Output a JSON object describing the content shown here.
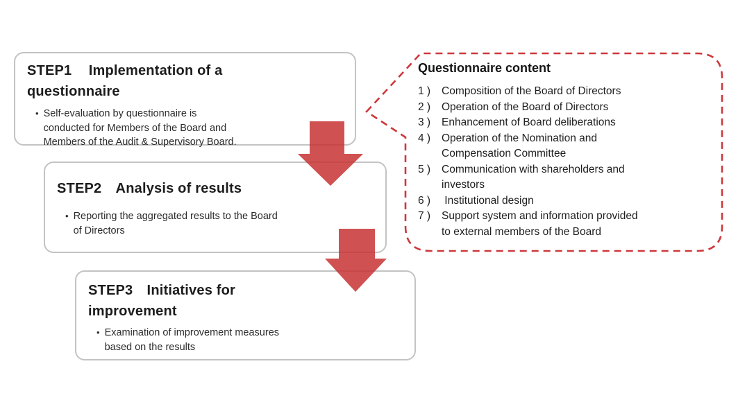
{
  "steps": [
    {
      "heading": "STEP1  Implementation of a\nquestionnaire",
      "bullet": "Self-evaluation by questionnaire is\nconducted for Members of the Board and\nMembers of the Audit & Supervisory Board."
    },
    {
      "heading": "STEP2 Analysis of results",
      "bullet": "Reporting the aggregated results to the Board\nof Directors"
    },
    {
      "heading": "STEP3 Initiatives for\nimprovement",
      "bullet": "Examination of improvement measures\nbased on the results"
    }
  ],
  "glyphs": {
    "bullet": "•"
  },
  "bubble": {
    "title": "Questionnaire content",
    "items": [
      {
        "num": "1 )",
        "text": "Composition of the Board of Directors"
      },
      {
        "num": "2 )",
        "text": "Operation of the Board of Directors"
      },
      {
        "num": "3 )",
        "text": "Enhancement of Board deliberations"
      },
      {
        "num": "4 )",
        "text": "Operation of the Nomination and\nCompensation Committee"
      },
      {
        "num": "5 )",
        "text": "Communication with shareholders and\ninvestors"
      },
      {
        "num": "6 )",
        "text": " Institutional design"
      },
      {
        "num": "7 )",
        "text": "Support system and information provided\nto external members of the Board"
      }
    ]
  },
  "colors": {
    "arrow_red": "#c83232",
    "dash_red": "#cd383c",
    "box_border": "#c3c3c3"
  }
}
